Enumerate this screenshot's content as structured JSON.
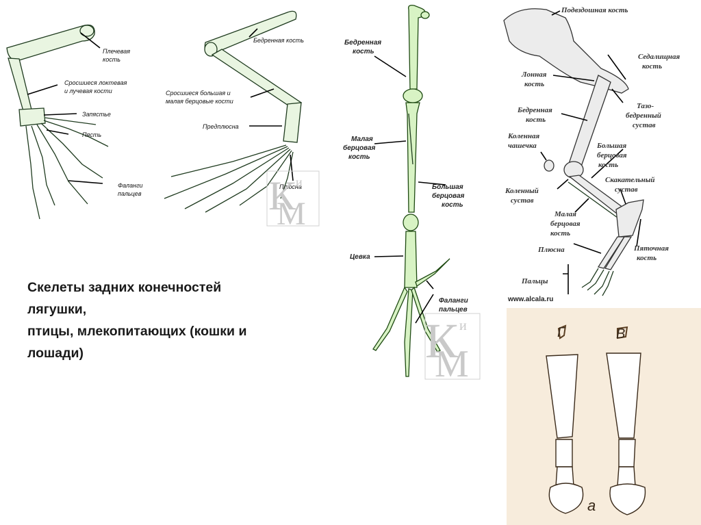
{
  "frog": {
    "labels": {
      "humerus": [
        "Плечевая",
        "кость"
      ],
      "radioulna": [
        "Сросшиеся локтевая",
        "и лучевая кости"
      ],
      "carpus": "Запястье",
      "metacarpus": "Пясть",
      "phalanges": [
        "Фаланги",
        "пальцев"
      ],
      "femur": "Бедренная кость",
      "tibiofibula": [
        "Сросшиеся большая и",
        "малая берцовые кости"
      ],
      "tarsus": "Предплюсна",
      "metatarsus": "Плюсна"
    }
  },
  "bird": {
    "labels": {
      "femur": [
        "Бедренная",
        "кость"
      ],
      "fibula": [
        "Малая",
        "берцовая",
        "кость"
      ],
      "tibia": [
        "Большая",
        "берцовая",
        "кость"
      ],
      "tarsometatarsus": "Цевка",
      "phalanges": [
        "Фаланги",
        "пальцев"
      ]
    }
  },
  "cat": {
    "labels": {
      "ilium": "Подвздошная кость",
      "ischium": [
        "Седалищная",
        "кость"
      ],
      "pubis": [
        "Лонная",
        "кость"
      ],
      "femur": [
        "Бедренная",
        "кость"
      ],
      "hip_joint": [
        "Тазо-",
        "бедренный",
        "сустав"
      ],
      "patella": [
        "Коленная",
        "чашечка"
      ],
      "tibia": [
        "Большая",
        "берцовая",
        "кость"
      ],
      "knee_joint": [
        "Коленный",
        "сустав"
      ],
      "ankle_joint": [
        "Скакательный",
        "сустав"
      ],
      "fibula": [
        "Малая",
        "берцовая",
        "кость"
      ],
      "metatarsus": "Плюсна",
      "calcaneus": [
        "Пяточная",
        "кость"
      ],
      "toes": "Пальцы"
    },
    "source": "www.alcala.ru"
  },
  "horse": {
    "labels": {
      "left_letter": "Г",
      "right_letter": "В",
      "bottom_letter": "а"
    }
  },
  "watermark": {
    "k": "К",
    "i": "и",
    "m": "М"
  },
  "caption": {
    "lines": [
      "Скелеты задних конечностей",
      "лягушки,",
      "птицы, млекопитающих (кошки и",
      "лошади)"
    ]
  }
}
